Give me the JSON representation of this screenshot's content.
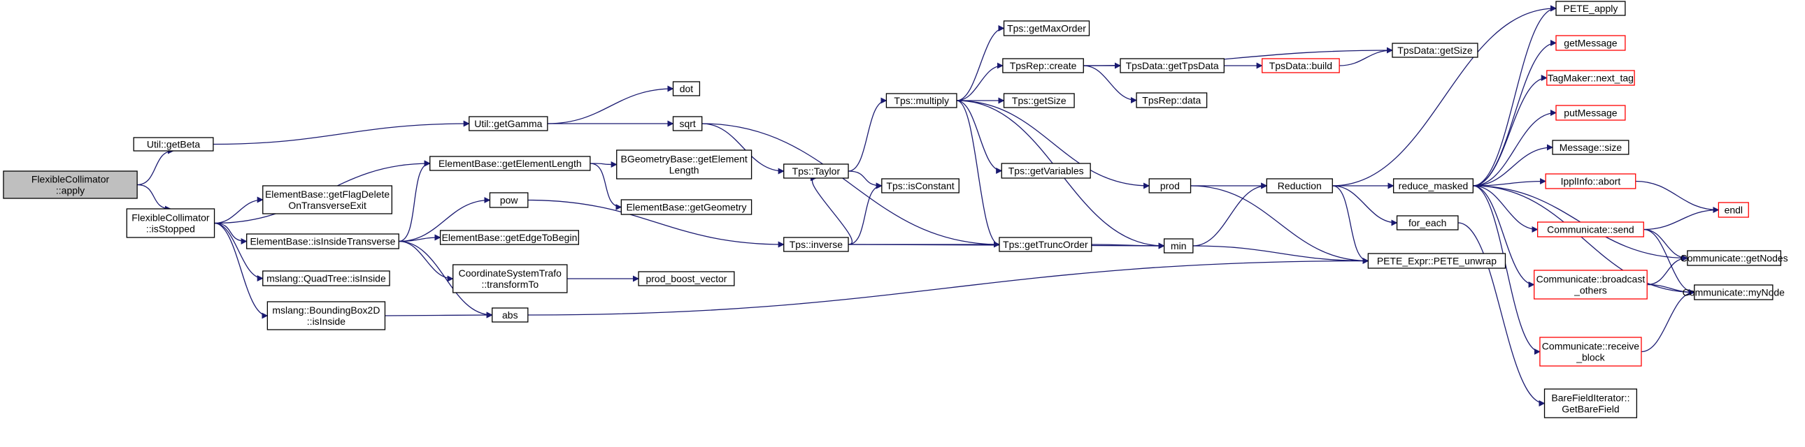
{
  "colors": {
    "edge": "#191970",
    "node_stroke": "#000000",
    "node_stroke_red": "#ff0000",
    "node_fill": "#ffffff",
    "root_fill": "#bfbfbf"
  },
  "nodes": [
    {
      "id": "fc_apply",
      "lines": [
        "FlexibleCollimator",
        "::apply"
      ],
      "style": "root"
    },
    {
      "id": "getBeta",
      "lines": [
        "Util::getBeta"
      ],
      "style": "normal"
    },
    {
      "id": "isStopped",
      "lines": [
        "FlexibleCollimator",
        "::isStopped"
      ],
      "style": "normal"
    },
    {
      "id": "getGamma",
      "lines": [
        "Util::getGamma"
      ],
      "style": "normal"
    },
    {
      "id": "dot",
      "lines": [
        "dot"
      ],
      "style": "normal"
    },
    {
      "id": "sqrt",
      "lines": [
        "sqrt"
      ],
      "style": "normal"
    },
    {
      "id": "eb_getElementLength",
      "lines": [
        "ElementBase::getElementLength"
      ],
      "style": "normal"
    },
    {
      "id": "eb_getFlagDelete",
      "lines": [
        "ElementBase::getFlagDelete",
        "OnTransverseExit"
      ],
      "style": "normal"
    },
    {
      "id": "eb_isInsideTransverse",
      "lines": [
        "ElementBase::isInsideTransverse"
      ],
      "style": "normal"
    },
    {
      "id": "qt_isInside",
      "lines": [
        "mslang::QuadTree::isInside"
      ],
      "style": "normal"
    },
    {
      "id": "bb_isInside",
      "lines": [
        "mslang::BoundingBox2D",
        "::isInside"
      ],
      "style": "normal"
    },
    {
      "id": "bgb_getElementLength",
      "lines": [
        "BGeometryBase::getElement",
        "Length"
      ],
      "style": "normal"
    },
    {
      "id": "eb_getGeometry",
      "lines": [
        "ElementBase::getGeometry"
      ],
      "style": "normal"
    },
    {
      "id": "pow",
      "lines": [
        "pow"
      ],
      "style": "normal"
    },
    {
      "id": "eb_getEdgeToBegin",
      "lines": [
        "ElementBase::getEdgeToBegin"
      ],
      "style": "normal"
    },
    {
      "id": "cst_transformTo",
      "lines": [
        "CoordinateSystemTrafo",
        "::transformTo"
      ],
      "style": "normal"
    },
    {
      "id": "abs",
      "lines": [
        "abs"
      ],
      "style": "normal"
    },
    {
      "id": "prod_boost_vector",
      "lines": [
        "prod_boost_vector"
      ],
      "style": "normal"
    },
    {
      "id": "tps_multiply",
      "lines": [
        "Tps::multiply"
      ],
      "style": "normal"
    },
    {
      "id": "tps_taylor",
      "lines": [
        "Tps::Taylor"
      ],
      "style": "normal"
    },
    {
      "id": "tps_inverse",
      "lines": [
        "Tps::inverse"
      ],
      "style": "normal"
    },
    {
      "id": "tps_getMaxOrder",
      "lines": [
        "Tps::getMaxOrder"
      ],
      "style": "normal"
    },
    {
      "id": "tpsrep_create",
      "lines": [
        "TpsRep::create"
      ],
      "style": "normal"
    },
    {
      "id": "tps_getSize",
      "lines": [
        "Tps::getSize"
      ],
      "style": "normal"
    },
    {
      "id": "tps_isConstant",
      "lines": [
        "Tps::isConstant"
      ],
      "style": "normal"
    },
    {
      "id": "tps_getVariables",
      "lines": [
        "Tps::getVariables"
      ],
      "style": "normal"
    },
    {
      "id": "tps_getTruncOrder",
      "lines": [
        "Tps::getTruncOrder"
      ],
      "style": "normal"
    },
    {
      "id": "tpsdata_getTpsData",
      "lines": [
        "TpsData::getTpsData"
      ],
      "style": "normal"
    },
    {
      "id": "tpsrep_data",
      "lines": [
        "TpsRep::data"
      ],
      "style": "normal"
    },
    {
      "id": "tpsdata_build",
      "lines": [
        "TpsData::build"
      ],
      "style": "red"
    },
    {
      "id": "tpsdata_getSize",
      "lines": [
        "TpsData::getSize"
      ],
      "style": "normal"
    },
    {
      "id": "prod",
      "lines": [
        "prod"
      ],
      "style": "normal"
    },
    {
      "id": "min",
      "lines": [
        "min"
      ],
      "style": "normal"
    },
    {
      "id": "reduction",
      "lines": [
        "Reduction"
      ],
      "style": "normal"
    },
    {
      "id": "pete_unwrap",
      "lines": [
        "PETE_Expr::PETE_unwrap"
      ],
      "style": "normal"
    },
    {
      "id": "reduce_masked",
      "lines": [
        "reduce_masked"
      ],
      "style": "normal"
    },
    {
      "id": "for_each",
      "lines": [
        "for_each"
      ],
      "style": "normal"
    },
    {
      "id": "pete_apply",
      "lines": [
        "PETE_apply"
      ],
      "style": "normal"
    },
    {
      "id": "getMessage",
      "lines": [
        "getMessage"
      ],
      "style": "red"
    },
    {
      "id": "tagmaker_next_tag",
      "lines": [
        "TagMaker::next_tag"
      ],
      "style": "red"
    },
    {
      "id": "putMessage",
      "lines": [
        "putMessage"
      ],
      "style": "red"
    },
    {
      "id": "message_size",
      "lines": [
        "Message::size"
      ],
      "style": "normal"
    },
    {
      "id": "ipplinfo_abort",
      "lines": [
        "IpplInfo::abort"
      ],
      "style": "red"
    },
    {
      "id": "comm_send",
      "lines": [
        "Communicate::send"
      ],
      "style": "red"
    },
    {
      "id": "comm_broadcast_others",
      "lines": [
        "Communicate::broadcast",
        "_others"
      ],
      "style": "red"
    },
    {
      "id": "comm_receive_block",
      "lines": [
        "Communicate::receive",
        "_block"
      ],
      "style": "red"
    },
    {
      "id": "barefield_getBareField",
      "lines": [
        "BareFieldIterator::",
        "GetBareField"
      ],
      "style": "normal"
    },
    {
      "id": "endl",
      "lines": [
        "endl"
      ],
      "style": "red"
    },
    {
      "id": "comm_getNodes",
      "lines": [
        "Communicate::getNodes"
      ],
      "style": "normal"
    },
    {
      "id": "comm_myNode",
      "lines": [
        "Communicate::myNode"
      ],
      "style": "normal"
    }
  ]
}
